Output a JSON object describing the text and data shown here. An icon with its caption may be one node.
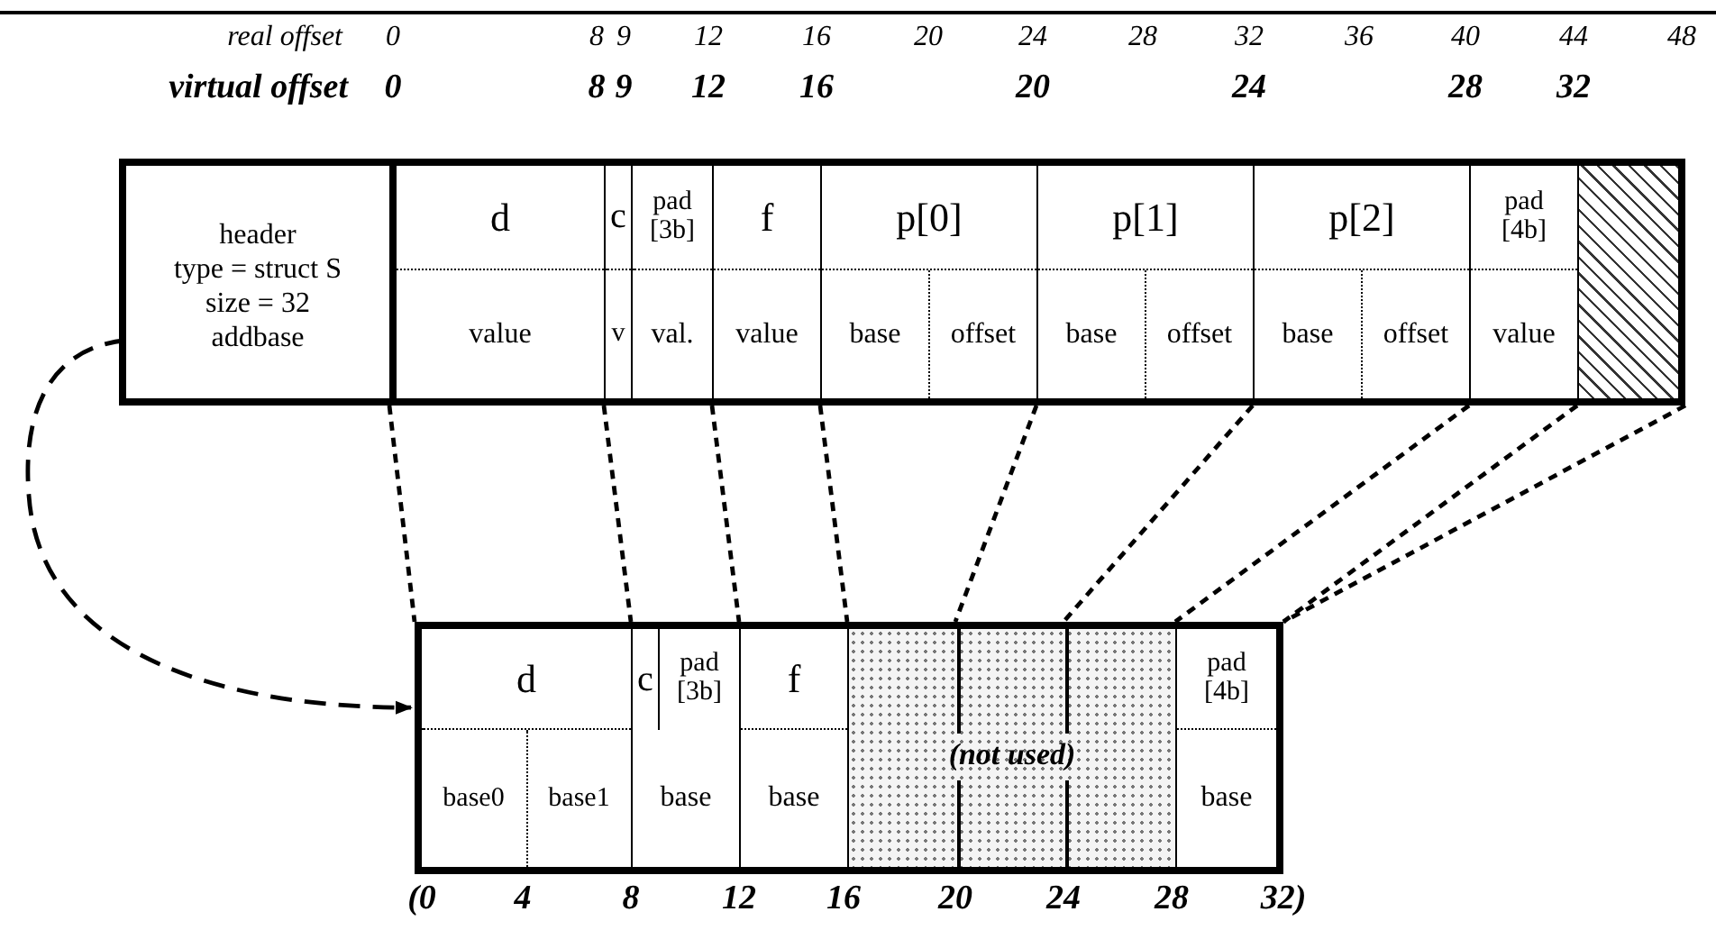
{
  "diagram": {
    "nodes": [
      {
        "text": [],
        "shape": "box"
      },
      {
        "text": [
          "header",
          "type = struct S",
          "size = 32",
          "addbase"
        ],
        "in": 0
      },
      {
        "text": [
          "d",
          "value"
        ],
        "in": 0
      },
      {
        "text": [
          "c",
          "v"
        ],
        "in": 0
      },
      {
        "text": [
          "pad [3b]",
          "val."
        ],
        "in": 0
      },
      {
        "text": [
          "f",
          "value"
        ],
        "in": 0
      },
      {
        "text": [
          "p[0]",
          "base",
          "offset"
        ],
        "in": 0
      },
      {
        "text": [
          "p[1]",
          "base",
          "offset"
        ],
        "in": 0
      },
      {
        "text": [
          "p[2]",
          "base",
          "offset"
        ],
        "in": 0
      },
      {
        "text": [
          "pad [4b]",
          "value"
        ],
        "in": 0
      },
      {
        "text": [],
        "shape": "box",
        "in": 0
      },
      {
        "text": [],
        "shape": "box"
      },
      {
        "text": [
          "d",
          "base0",
          "base1"
        ],
        "in": 11
      },
      {
        "text": [
          "c"
        ],
        "in": 11
      },
      {
        "text": [
          "pad [3b]"
        ],
        "in": 11
      },
      {
        "text": [
          "base"
        ],
        "in": 11
      },
      {
        "text": [
          "f",
          "base"
        ],
        "in": 11
      },
      {
        "text": [
          "(not used)"
        ],
        "in": 11
      },
      {
        "text": [
          "pad [4b]",
          "base"
        ],
        "in": 11
      }
    ],
    "edges": [
      {
        "from": 1,
        "to": 11,
        "arrow": "to",
        "style": "dashed"
      },
      {
        "from": 0,
        "to": 11,
        "arrow": "none",
        "style": "dashed"
      },
      {
        "from": 0,
        "to": 11,
        "arrow": "none",
        "style": "dashed"
      },
      {
        "from": 0,
        "to": 11,
        "arrow": "none",
        "style": "dashed"
      },
      {
        "from": 0,
        "to": 11,
        "arrow": "none",
        "style": "dashed"
      },
      {
        "from": 0,
        "to": 11,
        "arrow": "none",
        "style": "dashed"
      },
      {
        "from": 0,
        "to": 11,
        "arrow": "none",
        "style": "dashed"
      },
      {
        "from": 0,
        "to": 11,
        "arrow": "none",
        "style": "dashed"
      },
      {
        "from": 0,
        "to": 11,
        "arrow": "none",
        "style": "dashed"
      },
      {
        "from": 0,
        "to": 11,
        "arrow": "none",
        "style": "dashed"
      }
    ],
    "labels": [
      "real offset",
      "0",
      "8",
      "9",
      "12",
      "16",
      "20",
      "24",
      "28",
      "32",
      "36",
      "40",
      "44",
      "48",
      "virtual offset",
      "0",
      "8",
      "9",
      "12",
      "16",
      "20",
      "24",
      "28",
      "32",
      "(0",
      "4",
      "8",
      "12",
      "16",
      "20",
      "24",
      "28",
      "32)"
    ]
  }
}
